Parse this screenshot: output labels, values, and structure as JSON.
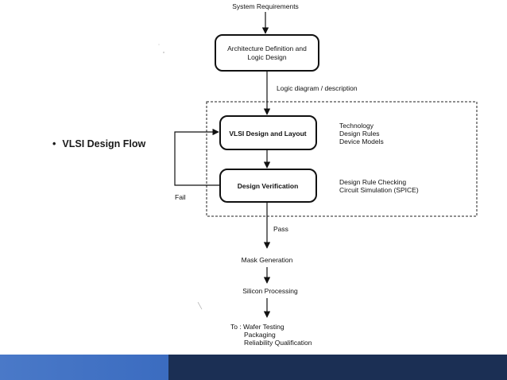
{
  "slide": {
    "bullet_symbol": "•",
    "bullet_text": "VLSI Design Flow"
  },
  "flow": {
    "top_label": "System Requirements",
    "arch_box": [
      "Architecture Definition and",
      "Logic Design"
    ],
    "logic_label": "Logic diagram / description",
    "vlsi_box": "VLSI Design and Layout",
    "tech_notes": [
      "Technology",
      "Design Rules",
      "Device Models"
    ],
    "verify_box": "Design Verification",
    "verify_notes": [
      "Design Rule Checking",
      "Circuit Simulation (SPICE)"
    ],
    "fail_label": "Fail",
    "pass_label": "Pass",
    "mask_label": "Mask Generation",
    "silicon_label": "Silicon Processing",
    "final_label": [
      "To : Wafer Testing",
      "Packaging",
      "Reliability Qualification"
    ]
  },
  "colors": {
    "footer_left": "#4a79c8",
    "footer_right": "#1b2f54",
    "diagram_ink": "#111111"
  }
}
